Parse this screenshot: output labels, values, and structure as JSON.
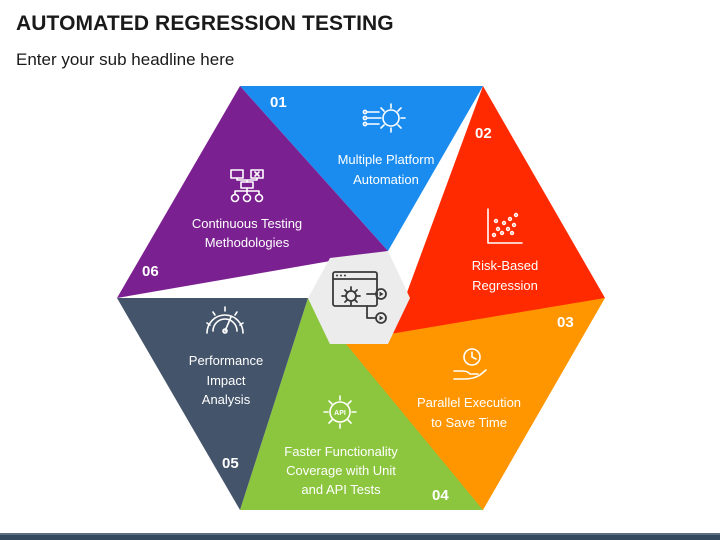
{
  "header": {
    "title": "AUTOMATED REGRESSION TESTING",
    "subtitle": "Enter your sub headline here"
  },
  "segments": [
    {
      "number": "01",
      "lines": [
        "Multiple Platform",
        "Automation"
      ],
      "color": "#1a8cf0",
      "icon": "gear-circuit-icon"
    },
    {
      "number": "02",
      "lines": [
        "Risk-Based",
        "Regression"
      ],
      "color": "#ff2a00",
      "icon": "scatter-plot-icon"
    },
    {
      "number": "03",
      "lines": [
        "Parallel Execution",
        "to Save Time"
      ],
      "color": "#ff9600",
      "icon": "hand-clock-icon"
    },
    {
      "number": "04",
      "lines": [
        "Faster Functionality",
        "Coverage with Unit",
        "and API Tests"
      ],
      "color": "#8cc63f",
      "icon": "api-gear-icon"
    },
    {
      "number": "05",
      "lines": [
        "Performance",
        "Impact",
        "Analysis"
      ],
      "color": "#44546a",
      "icon": "gauge-icon"
    },
    {
      "number": "06",
      "lines": [
        "Continuous Testing",
        "Methodologies"
      ],
      "color": "#7b2090",
      "icon": "workflow-icon"
    }
  ],
  "center": {
    "icon": "browser-gear-play-icon"
  }
}
